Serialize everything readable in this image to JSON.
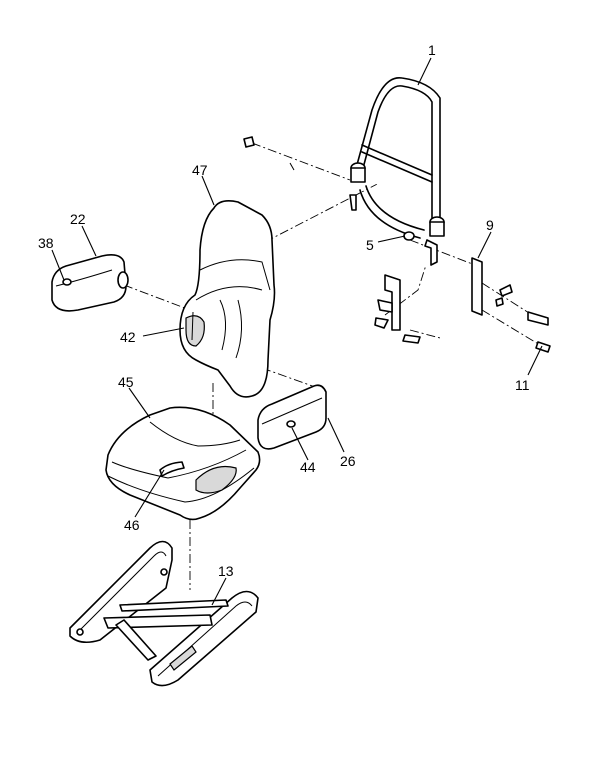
{
  "callouts": {
    "c1": "1",
    "c5": "5",
    "c9": "9",
    "c11": "11",
    "c13": "13",
    "c22": "22",
    "c26": "26",
    "c38": "38",
    "c42": "42",
    "c44": "44",
    "c45": "45",
    "c46": "46",
    "c47": "47"
  }
}
